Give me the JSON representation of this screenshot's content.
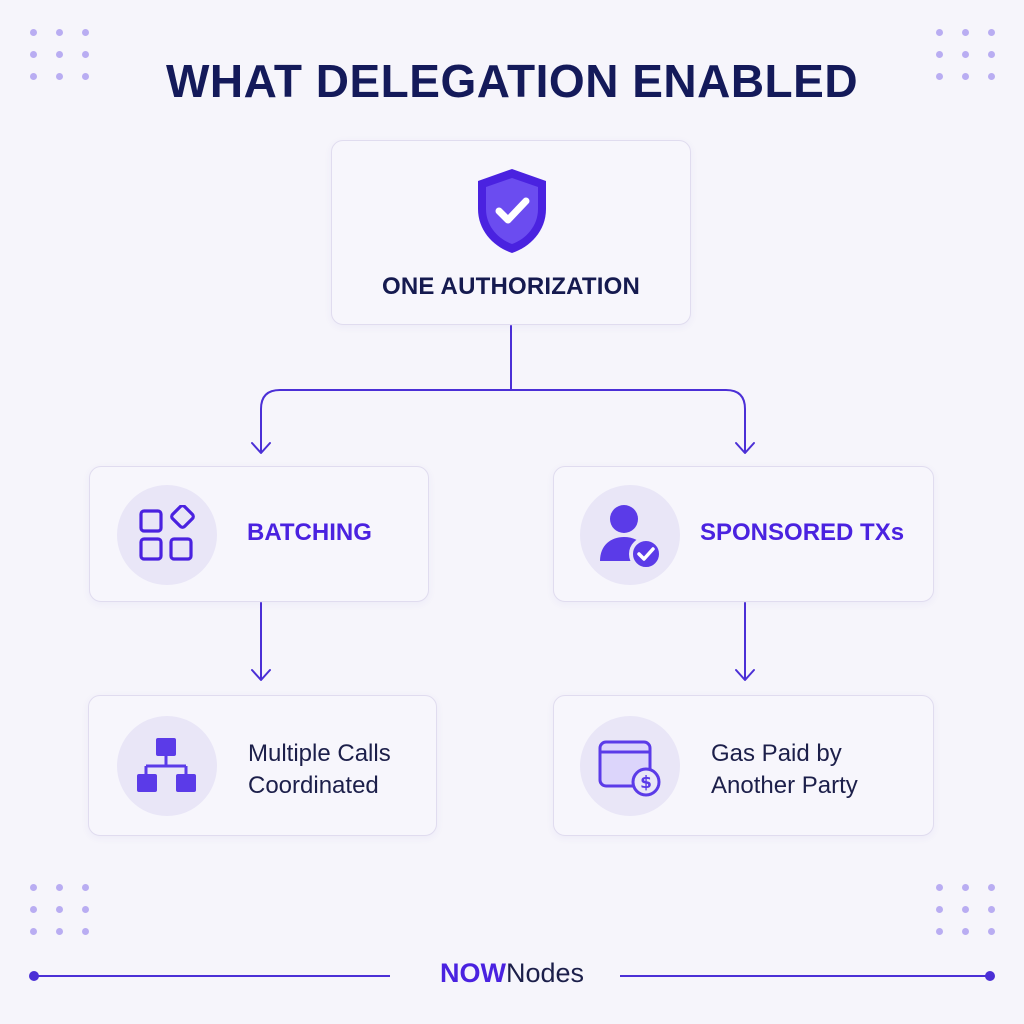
{
  "title": "WHAT DELEGATION ENABLED",
  "root": {
    "label": "ONE AUTHORIZATION",
    "icon": "shield-check-icon"
  },
  "branches": [
    {
      "label": "BATCHING",
      "icon": "app-grid-icon"
    },
    {
      "label": "SPONSORED TXs",
      "icon": "user-check-icon"
    }
  ],
  "outcomes": [
    {
      "line1": "Multiple Calls",
      "line2": "Coordinated",
      "icon": "hierarchy-icon"
    },
    {
      "line1": "Gas Paid by",
      "line2": "Another Party",
      "icon": "wallet-dollar-icon"
    }
  ],
  "brand": {
    "bold": "NOW",
    "regular": "Nodes"
  },
  "colors": {
    "accent": "#4a22e0",
    "title": "#141a5a",
    "connector": "#4b2fd6",
    "dots": "#b9adf2"
  }
}
